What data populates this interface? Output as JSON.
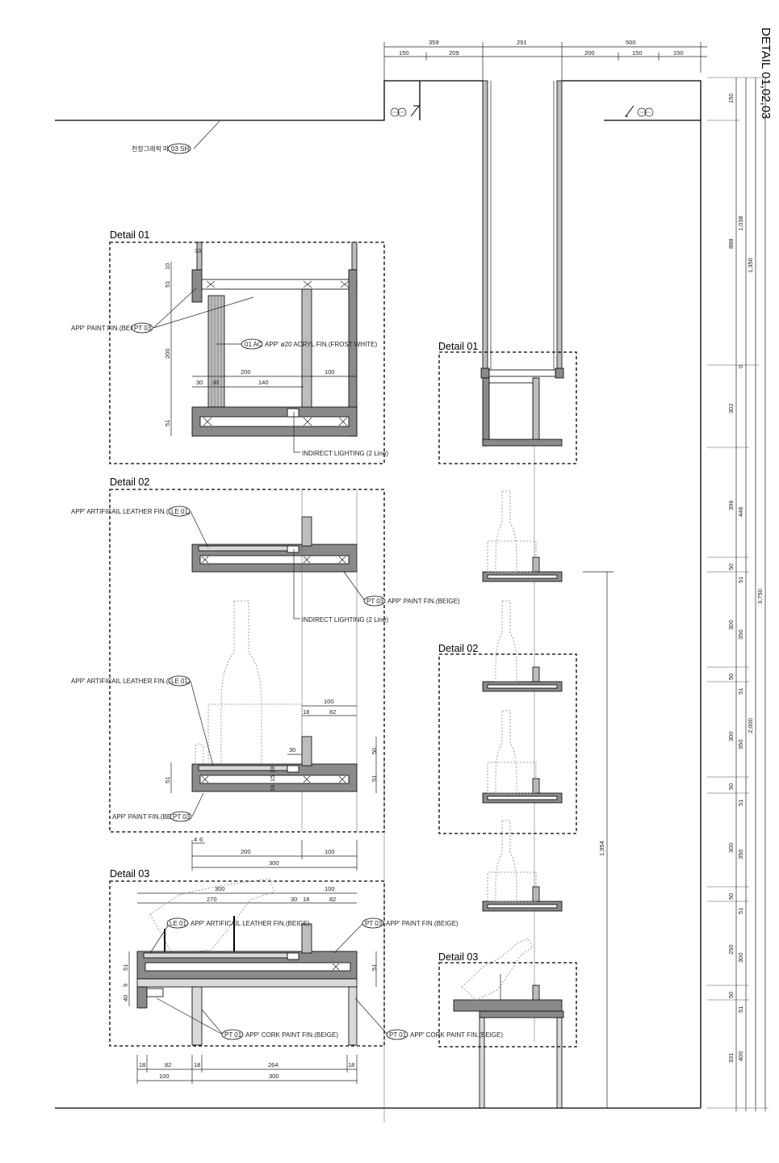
{
  "sheet_title": "DETAIL 01,02,03",
  "top_dims": {
    "row1": [
      "359",
      "291",
      "500"
    ],
    "row2": [
      "150",
      "209",
      "200",
      "150",
      "150"
    ]
  },
  "right_dims": {
    "col1": [
      "150",
      "888",
      "302",
      "396",
      "50",
      "300",
      "50",
      "300",
      "50",
      "300",
      "50",
      "250",
      "50",
      "331"
    ],
    "col2": [
      "1,038",
      "446",
      "51",
      "350",
      "51",
      "350",
      "51",
      "350",
      "51",
      "300",
      "51",
      "400"
    ],
    "col3": [
      "1,350",
      "2,000"
    ],
    "col4": [
      "3,750"
    ],
    "misc": [
      "0"
    ]
  },
  "vertical_dim_1954": "1,954",
  "ceiling_note": "천장그래픽 마감.",
  "ceiling_tag": "03 SH",
  "details": {
    "d01": {
      "title": "Detail 01",
      "small_title": "Detail 01",
      "paint_label": "APP' PAINT FIN.(BEIGE)",
      "paint_tag": "PT 03",
      "acrylic_label": "APP' ø20 ACRYL FIN.(FROST WHITE)",
      "acrylic_tag": "01 AC",
      "lighting_label": "INDIRECT LIGHTING (2 Line)",
      "dims": [
        "10",
        "51",
        "200",
        "51",
        "200",
        "100",
        "30",
        "30",
        "140",
        "3",
        "3"
      ]
    },
    "d02": {
      "title": "Detail 02",
      "small_title": "Detail 02",
      "leather_label": "APP' ARTIFICAIL LEATHER FIN.(BEIGE)",
      "leather_tag": "LE 01",
      "paint_label": "APP' PAINT FIN.(BEIGE)",
      "paint_tag": "PT 03",
      "lighting_label": "INDIRECT LIGHTING (2 Line)",
      "dims": [
        "100",
        "18",
        "82",
        "30",
        "50",
        "51",
        "51",
        "18",
        "15",
        "18",
        "4",
        "6",
        "200",
        "100",
        "300"
      ]
    },
    "d03": {
      "title": "Detail 03",
      "small_title": "Detail 03",
      "leather_label": "APP' ARTIFICAIL LEATHER FIN.(BEIGE)",
      "leather_tag": "LE 01",
      "paint_label": "APP' PAINT FIN.(BEIGE)",
      "paint_tag": "PT 03",
      "cork_label": "APP' CORK PAINT FIN.(BEIGE)",
      "cork_tag": "PT 01",
      "dims": [
        "300",
        "100",
        "270",
        "30",
        "18",
        "82",
        "51",
        "51",
        "40",
        "9",
        "18",
        "18",
        "82",
        "18",
        "264",
        "18",
        "100",
        "300"
      ]
    }
  }
}
